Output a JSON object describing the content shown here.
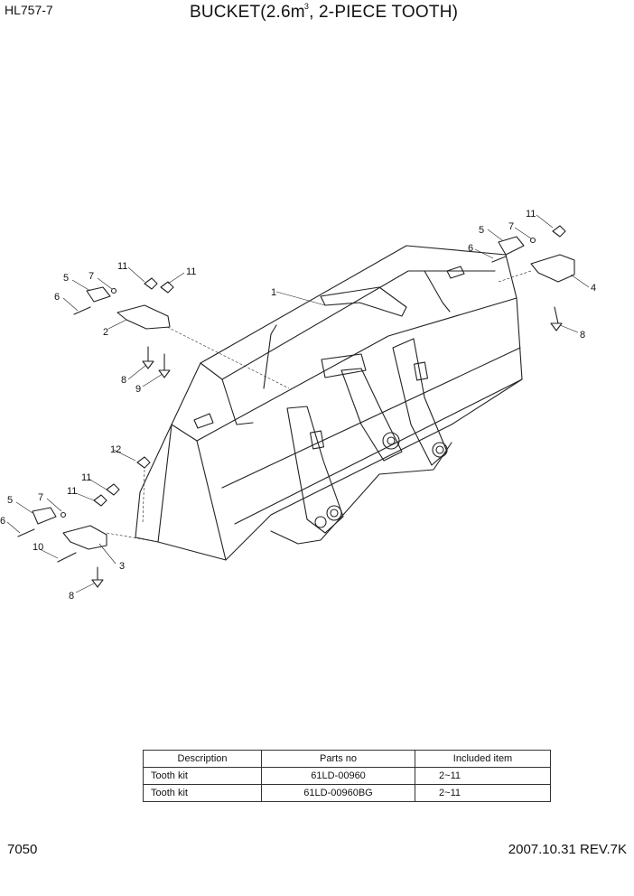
{
  "header": {
    "model": "HL757-7",
    "title_main": "BUCKET(2.6m",
    "title_sup": "3",
    "title_rest": ", 2-PIECE TOOTH)"
  },
  "callouts": [
    "1",
    "2",
    "3",
    "4",
    "5",
    "5",
    "5",
    "6",
    "6",
    "6",
    "7",
    "7",
    "7",
    "8",
    "8",
    "8",
    "9",
    "10",
    "11",
    "11",
    "11",
    "11",
    "11",
    "12"
  ],
  "table": {
    "headers": [
      "Description",
      "Parts no",
      "Included item"
    ],
    "rows": [
      [
        "Tooth kit",
        "61LD-00960",
        "2~11"
      ],
      [
        "Tooth kit",
        "61LD-00960BG",
        "2~11"
      ]
    ]
  },
  "footer": {
    "page_number": "7050",
    "revision": "2007.10.31  REV.7K"
  },
  "colors": {
    "line": "#222222",
    "background": "#ffffff"
  }
}
